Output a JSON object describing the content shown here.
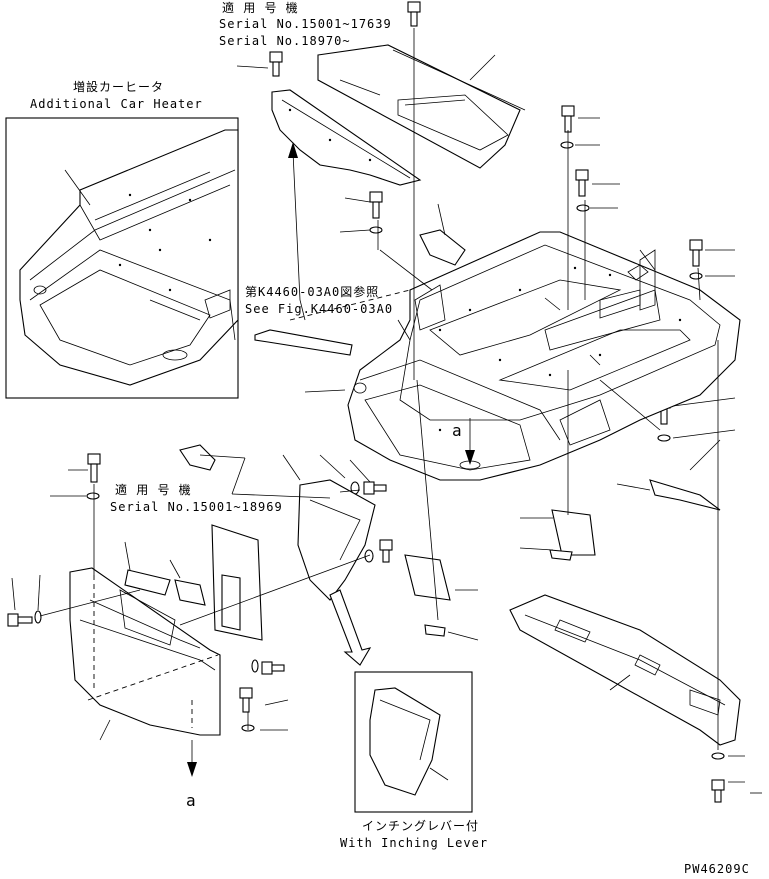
{
  "labels": {
    "applicable_top_jp": "適 用 号 機",
    "serial_range_1": "Serial No.15001~17639",
    "serial_range_2": "Serial No.18970~",
    "heater_jp": "増設カーヒータ",
    "heater_en": "Additional Car Heater",
    "see_fig_jp": "第K4460-03A0図参照",
    "see_fig_en": "See Fig.K4460-03A0",
    "view_a_top": "a",
    "applicable_mid_jp": "適 用 号 機",
    "serial_range_3": "Serial No.15001~18969",
    "view_a_bottom": "a",
    "inching_jp": "インチングレバー付",
    "inching_en": "With Inching Lever",
    "drawing_code": "PW46209C"
  }
}
